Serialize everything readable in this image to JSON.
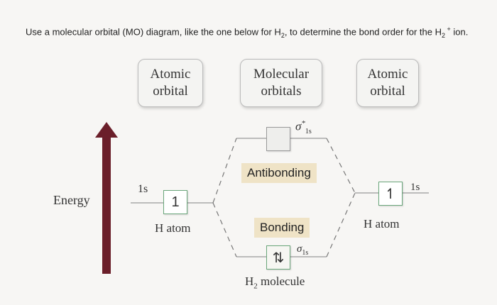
{
  "question": {
    "part1": "Use a molecular orbital (MO) diagram, like the one below for H",
    "sub1": "2",
    "part2": ", to determine the bond order for the H",
    "sub2": "2",
    "sup2": " +",
    "part3": " ion."
  },
  "headers": {
    "left": {
      "line1": "Atomic",
      "line2": "orbital"
    },
    "middle": {
      "line1": "Molecular",
      "line2": "orbitals"
    },
    "right": {
      "line1": "Atomic",
      "line2": "orbital"
    }
  },
  "energy_label": "Energy",
  "left_atom": {
    "orbital_label": "1s",
    "electrons": "1",
    "name": "H atom"
  },
  "right_atom": {
    "orbital_label": "1s",
    "electrons": "↿",
    "name": "H atom"
  },
  "antibonding": {
    "sigma": "σ",
    "star": "*",
    "sub": "1s",
    "tag": "Antibonding",
    "electrons": ""
  },
  "bonding": {
    "sigma": "σ",
    "sub": "1s",
    "tag": "Bonding",
    "electrons": "⇅"
  },
  "molecule": {
    "prefix": "H",
    "sub": "2",
    "suffix": " molecule"
  },
  "colors": {
    "arrow": "#6b1f2a",
    "tag_bg": "#efe3c6"
  }
}
